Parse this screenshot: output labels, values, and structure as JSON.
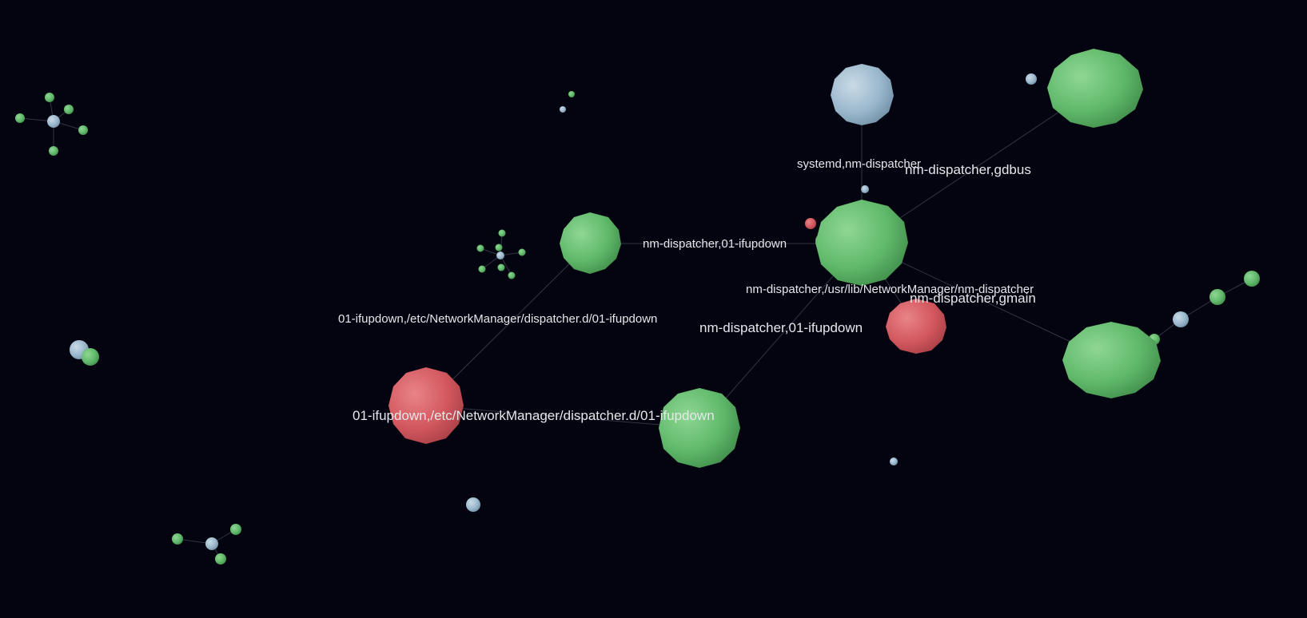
{
  "graph": {
    "colors": {
      "background": "#03040f",
      "process": "#5fb86a",
      "file": "#d2575e",
      "origin": "#9ab7cc",
      "edge": "#6b7280",
      "label": "#e5e7eb"
    },
    "nodes": [
      {
        "id": "systemd",
        "type": "origin"
      },
      {
        "id": "nm-dispatcher",
        "type": "process"
      },
      {
        "id": "gdbus",
        "type": "process"
      },
      {
        "id": "gmain",
        "type": "process"
      },
      {
        "id": "nm-dispatcher-binary",
        "type": "file"
      },
      {
        "id": "01-ifupdown-a",
        "type": "process"
      },
      {
        "id": "01-ifupdown-b",
        "type": "process"
      },
      {
        "id": "01-ifupdown-script",
        "type": "file"
      }
    ],
    "edges": [
      {
        "source": "systemd",
        "target": "nm-dispatcher",
        "label": "systemd,nm-dispatcher"
      },
      {
        "source": "nm-dispatcher",
        "target": "gdbus",
        "label": "nm-dispatcher,gdbus"
      },
      {
        "source": "nm-dispatcher",
        "target": "gmain",
        "label": "nm-dispatcher,gmain"
      },
      {
        "source": "nm-dispatcher",
        "target": "nm-dispatcher-binary",
        "label": "nm-dispatcher,/usr/lib/NetworkManager/nm-dispatcher"
      },
      {
        "source": "nm-dispatcher",
        "target": "01-ifupdown-a",
        "label": "nm-dispatcher,01-ifupdown"
      },
      {
        "source": "nm-dispatcher",
        "target": "01-ifupdown-b",
        "label": "nm-dispatcher,01-ifupdown"
      },
      {
        "source": "01-ifupdown-a",
        "target": "01-ifupdown-script",
        "label": "01-ifupdown,/etc/NetworkManager/dispatcher.d/01-ifupdown"
      },
      {
        "source": "01-ifupdown-b",
        "target": "01-ifupdown-script",
        "label": "01-ifupdown,/etc/NetworkManager/dispatcher.d/01-ifupdown"
      }
    ]
  }
}
